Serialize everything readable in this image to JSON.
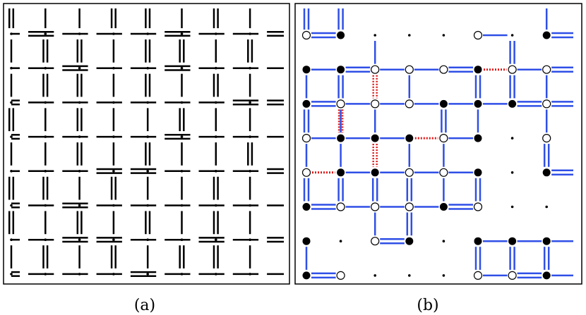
{
  "panels": [
    {
      "caption": "(a)"
    },
    {
      "caption": "(b)"
    }
  ],
  "colors": {
    "lattice_bond": "#000000",
    "bond_blue": "#2f4fe6",
    "defect_red": "#e01818",
    "site_filled": "#000000",
    "site_open": "#ffffff"
  },
  "panel_a": {
    "description_symbols": {
      "single": 1,
      "double": 2
    },
    "h_bonds": [
      [
        1,
        2,
        1,
        1,
        1,
        2,
        1,
        1
      ],
      [
        1,
        1,
        2,
        1,
        1,
        2,
        1,
        1
      ],
      [
        2,
        1,
        1,
        1,
        1,
        1,
        1,
        2
      ],
      [
        2,
        1,
        1,
        1,
        1,
        2,
        1,
        1
      ],
      [
        1,
        1,
        1,
        2,
        2,
        1,
        1,
        1
      ],
      [
        2,
        1,
        2,
        1,
        1,
        1,
        1,
        1
      ],
      [
        1,
        1,
        2,
        2,
        1,
        1,
        2,
        1
      ],
      [
        2,
        1,
        1,
        1,
        2,
        1,
        1,
        1
      ]
    ],
    "v_bonds": [
      [
        2,
        1,
        1,
        2,
        2,
        1,
        2,
        1
      ],
      [
        1,
        2,
        2,
        1,
        2,
        2,
        1,
        2
      ],
      [
        1,
        2,
        2,
        1,
        2,
        1,
        2,
        1
      ],
      [
        2,
        1,
        2,
        1,
        1,
        2,
        1,
        1
      ],
      [
        1,
        1,
        2,
        1,
        2,
        1,
        1,
        2
      ],
      [
        2,
        2,
        1,
        2,
        1,
        1,
        2,
        1
      ],
      [
        2,
        1,
        2,
        1,
        2,
        1,
        2,
        1
      ],
      [
        1,
        2,
        1,
        2,
        1,
        2,
        2,
        1
      ]
    ]
  },
  "panel_b": {
    "sites": [
      [
        "open",
        "filled",
        "dot",
        "dot",
        "dot",
        "open",
        "dot",
        "filled"
      ],
      [
        "filled",
        "filled",
        "open",
        "open",
        "open",
        "filled",
        "open",
        "open"
      ],
      [
        "filled",
        "open",
        "open",
        "open",
        "filled",
        "filled",
        "filled",
        "open"
      ],
      [
        "open",
        "filled",
        "filled",
        "filled",
        "open",
        "filled",
        "dot",
        "open"
      ],
      [
        "open",
        "filled",
        "filled",
        "open",
        "open",
        "filled",
        "dot",
        "filled"
      ],
      [
        "filled",
        "open",
        "open",
        "open",
        "filled",
        "open",
        "dot",
        "dot"
      ],
      [
        "filled",
        "dot",
        "open",
        "filled",
        "dot",
        "filled",
        "filled",
        "filled"
      ],
      [
        "filled",
        "open",
        "dot",
        "dot",
        "dot",
        "open",
        "open",
        "filled"
      ]
    ],
    "h_bonds": [
      [
        2,
        0,
        0,
        0,
        0,
        1,
        0,
        2
      ],
      [
        1,
        2,
        1,
        1,
        2,
        0,
        1,
        2
      ],
      [
        2,
        1,
        1,
        1,
        1,
        1,
        2,
        2
      ],
      [
        1,
        1,
        1,
        0,
        1,
        0,
        0,
        0
      ],
      [
        0,
        1,
        1,
        1,
        1,
        0,
        0,
        2
      ],
      [
        2,
        1,
        1,
        1,
        2,
        0,
        0,
        0
      ],
      [
        0,
        0,
        2,
        0,
        0,
        1,
        1,
        1
      ],
      [
        2,
        0,
        0,
        0,
        0,
        1,
        2,
        1
      ]
    ],
    "v_bonds": [
      [
        0,
        0,
        1,
        0,
        0,
        0,
        2,
        0
      ],
      [
        1,
        2,
        0,
        1,
        0,
        2,
        2,
        1
      ],
      [
        2,
        1,
        1,
        0,
        2,
        1,
        0,
        1
      ],
      [
        1,
        1,
        0,
        1,
        1,
        0,
        0,
        2
      ],
      [
        2,
        2,
        2,
        2,
        1,
        2,
        0,
        0
      ],
      [
        0,
        0,
        1,
        2,
        0,
        0,
        0,
        0
      ],
      [
        1,
        0,
        0,
        0,
        0,
        2,
        2,
        2
      ]
    ],
    "v_top_stubs": [
      2,
      2,
      0,
      0,
      0,
      0,
      0,
      1
    ],
    "red_h": [
      [
        1,
        5
      ],
      [
        3,
        3
      ],
      [
        4,
        0
      ]
    ],
    "red_v": [
      [
        1,
        2
      ],
      [
        2,
        1
      ],
      [
        3,
        2
      ]
    ]
  }
}
